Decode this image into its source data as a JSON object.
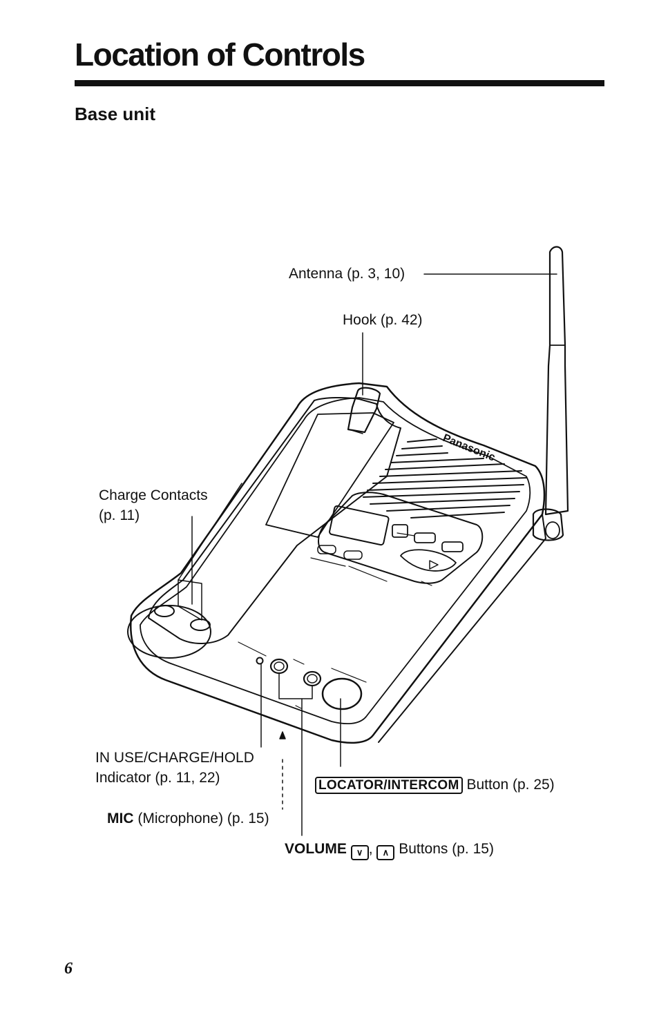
{
  "header": {
    "title": "Location of Controls",
    "subtitle": "Base unit"
  },
  "callouts": {
    "antenna": "Antenna (p. 3, 10)",
    "hook": "Hook (p. 42)",
    "charge_contacts_line1": "Charge Contacts",
    "charge_contacts_line2": "(p. 11)",
    "indicator_line1": "IN USE/CHARGE/HOLD",
    "indicator_line2": "Indicator (p. 11, 22)",
    "mic_bold": "MIC",
    "mic_rest": "(Microphone) (p. 15)",
    "locator_key": "LOCATOR/INTERCOM",
    "locator_rest": "Button (p. 25)",
    "volume_bold": "VOLUME",
    "volume_down_icon": "chevron-down-icon",
    "volume_up_icon": "chevron-up-icon",
    "volume_rest": "Buttons (p. 15)"
  },
  "device_markings": {
    "brand": "Panasonic"
  },
  "footer": {
    "page_number": "6"
  }
}
